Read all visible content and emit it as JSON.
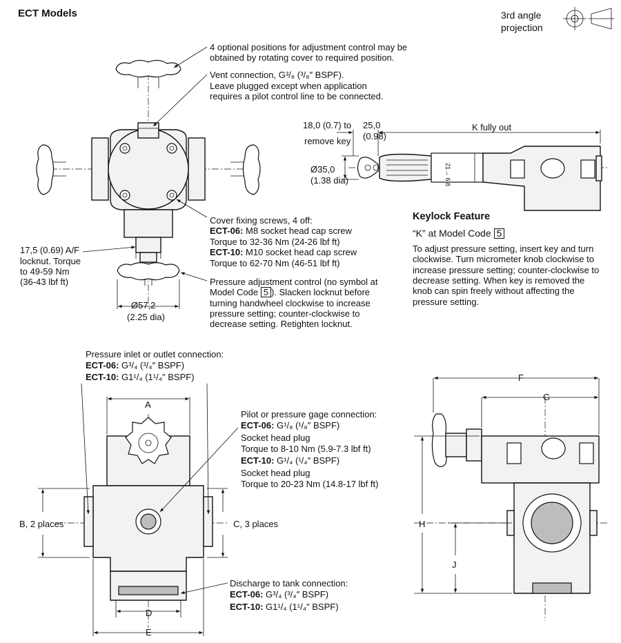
{
  "header": {
    "title": "ECT Models",
    "projection_line1": "3rd angle",
    "projection_line2": "projection"
  },
  "top_view": {
    "note_positions": [
      "4 optional positions for adjustment control may be",
      "obtained by rotating cover to required position."
    ],
    "note_vent": [
      "Vent connection, G³/₈ (³/₈″ BSPF).",
      "Leave plugged except when application",
      "requires a pilot control line to be connected."
    ],
    "note_screws_title": "Cover fixing screws, 4 off:",
    "screw_06_model": "ECT-06:",
    "screw_06_text": " M8 socket head cap screw",
    "screw_06_torque": "Torque to 32-36 Nm (24-26 lbf ft)",
    "screw_10_model": "ECT-10:",
    "screw_10_text": " M10 socket head cap screw",
    "screw_10_torque": "Torque to 62-70 Nm (46-51 lbf ft)",
    "note_locknut": [
      "17,5 (0.69) A/F",
      "locknut. Torque",
      "to 49-59 Nm",
      "(36-43 lbf ft)"
    ],
    "note_adjust_line1": "Pressure adjustment control (no symbol at",
    "note_adjust_code_prefix": "Model Code ",
    "note_adjust_code": "5",
    "note_adjust_code_suffix": "). Slacken locknut before",
    "note_adjust_rest": [
      "turning handwheel clockwise to increase",
      "pressure setting; counter-clockwise to",
      "decrease setting. Retighten locknut."
    ],
    "dim_dia": "Ø57,2",
    "dim_dia_in": "(2.25 dia)"
  },
  "keylock": {
    "dim_remove_key": [
      "18,0 (0.7) to",
      "remove key"
    ],
    "dim_25": [
      "25,0",
      "(0.98)"
    ],
    "dim_k": "K fully out",
    "dim_35": [
      "Ø35,0",
      "(1.38 dia)"
    ],
    "heading": "Keylock Feature",
    "model_code_prefix": "“K” at Model Code ",
    "model_code": "5",
    "description": [
      "To adjust pressure setting, insert key and turn",
      "clockwise. Turn micrometer knob clockwise to",
      "increase pressure setting; counter-clockwise to",
      "decrease setting. When key is removed the",
      "knob can spin freely without affecting the",
      "pressure setting."
    ],
    "scale_marks": "21→ 6 8"
  },
  "front_view": {
    "note_inlet_title": "Pressure inlet or outlet connection:",
    "inlet_06_model": "ECT-06:",
    "inlet_06_text": " G³/₄ (³/₄″ BSPF)",
    "inlet_10_model": "ECT-10:",
    "inlet_10_text": " G1¹/₄ (1¹/₄″ BSPF)",
    "note_pilot_title": "Pilot or pressure gage connection:",
    "pilot_06_model": "ECT-06:",
    "pilot_06_text": " G¹/₈ (¹/₈″ BSPF)",
    "pilot_06_plug": "Socket head plug",
    "pilot_06_torque": "Torque to 8-10 Nm (5.9-7.3 lbf ft)",
    "pilot_10_model": "ECT-10:",
    "pilot_10_text": " G¹/₄ (¹/₄″ BSPF)",
    "pilot_10_plug": "Socket head plug",
    "pilot_10_torque": "Torque to 20-23 Nm (14.8-17 lbf ft)",
    "note_tank_title": "Discharge to tank connection:",
    "tank_06_model": "ECT-06:",
    "tank_06_text": " G³/₄ (³/₄″ BSPF)",
    "tank_10_model": "ECT-10:",
    "tank_10_text": " G1¹/₄ (1¹/₄″ BSPF)",
    "dim_a": "A",
    "dim_b": "B, 2 places",
    "dim_c": "C, 3 places",
    "dim_d": "D",
    "dim_e": "E"
  },
  "side_view": {
    "dim_f": "F",
    "dim_g": "G",
    "dim_h": "H",
    "dim_j": "J"
  }
}
